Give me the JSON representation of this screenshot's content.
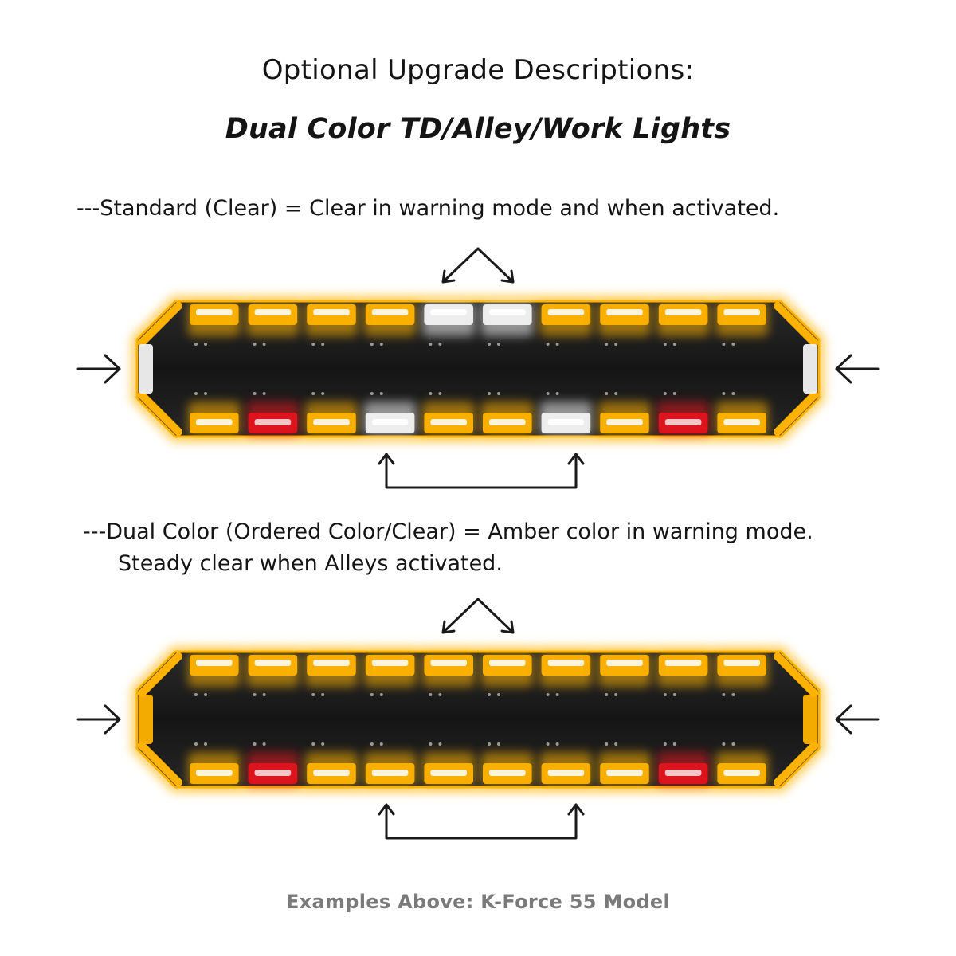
{
  "heading": {
    "title": "Optional Upgrade Descriptions:",
    "subtitle": "Dual Color TD/Alley/Work Lights"
  },
  "standard": {
    "text": "---Standard (Clear) = Clear in warning mode and when activated."
  },
  "dual": {
    "line1": "---Dual Color (Ordered Color/Clear) = Amber color in warning mode.",
    "line2": "Steady clear when Alleys activated."
  },
  "footer": {
    "text": "Examples Above: K-Force 55 Model"
  },
  "colors": {
    "amber": "#ffb300",
    "amber_glow": "#ffc94a",
    "clear": "#f2f2f2",
    "red": "#e0141e",
    "body": "#151515",
    "arrow": "#1a1a1a",
    "footer_text": "#7a7a7a"
  },
  "lightbars": [
    {
      "name": "standard-clear",
      "top_modules": [
        "amber",
        "amber",
        "amber",
        "amber",
        "clear",
        "clear",
        "amber",
        "amber",
        "amber",
        "amber"
      ],
      "bottom_modules": [
        "amber",
        "red",
        "amber",
        "clear",
        "amber",
        "amber",
        "clear",
        "amber",
        "red",
        "amber"
      ],
      "end_caps": "clear"
    },
    {
      "name": "dual-color",
      "top_modules": [
        "amber",
        "amber",
        "amber",
        "amber",
        "amber",
        "amber",
        "amber",
        "amber",
        "amber",
        "amber"
      ],
      "bottom_modules": [
        "amber",
        "red",
        "amber",
        "amber",
        "amber",
        "amber",
        "amber",
        "amber",
        "red",
        "amber"
      ],
      "end_caps": "amber"
    }
  ]
}
